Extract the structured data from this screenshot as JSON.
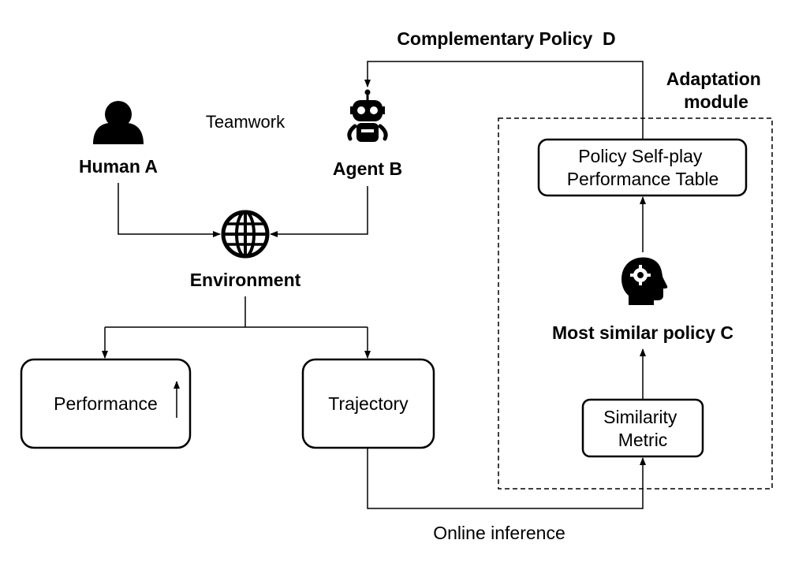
{
  "top_label": "Complementary Policy  D",
  "adaptation_module_label": [
    "Adaptation",
    "module"
  ],
  "human": {
    "label": "Human A",
    "icon": "person-icon"
  },
  "agent": {
    "label": "Agent B",
    "icon": "robot-icon"
  },
  "teamwork_label": "Teamwork",
  "environment": {
    "label": "Environment",
    "icon": "globe-icon"
  },
  "performance_box": {
    "label": "Performance",
    "icon": "up-arrow-icon"
  },
  "trajectory_box": {
    "label": "Trajectory"
  },
  "online_inference_label": "Online inference",
  "policy_table_box": {
    "lines": [
      "Policy Self-play",
      "Performance Table"
    ]
  },
  "similar_policy": {
    "label": "Most similar policy C",
    "icon": "brain-gear-icon"
  },
  "similarity_box": {
    "lines": [
      "Similarity",
      "Metric"
    ]
  }
}
